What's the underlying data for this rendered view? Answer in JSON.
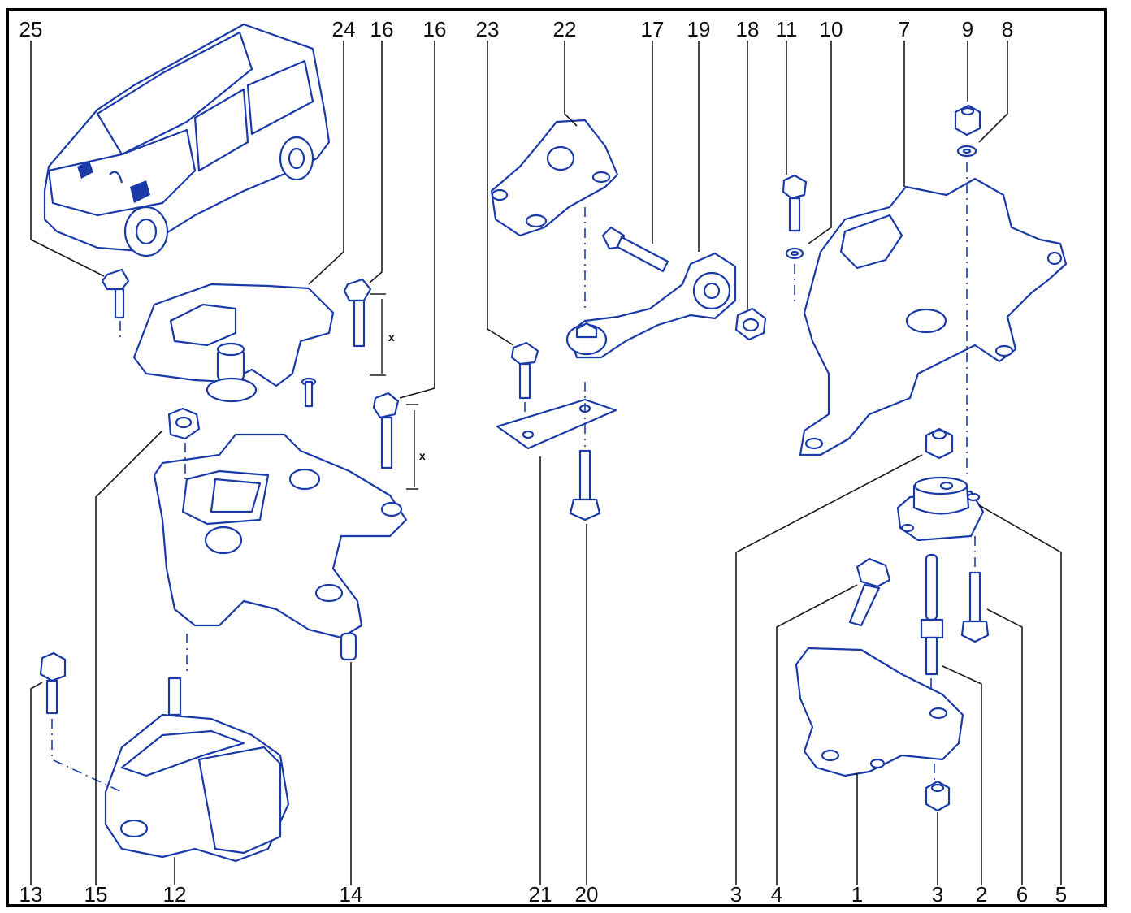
{
  "labels_top": [
    "25",
    "24",
    "16",
    "16",
    "23",
    "22",
    "17",
    "19",
    "18",
    "11",
    "10",
    "7",
    "9",
    "8"
  ],
  "labels_bottom": [
    "13",
    "15",
    "12",
    "14",
    "21",
    "20",
    "3",
    "4",
    "1",
    "3",
    "2",
    "6",
    "5"
  ],
  "dimension_label": "x",
  "colors": {
    "line": "#1a3aa8",
    "text": "#111111",
    "border": "#000000"
  }
}
